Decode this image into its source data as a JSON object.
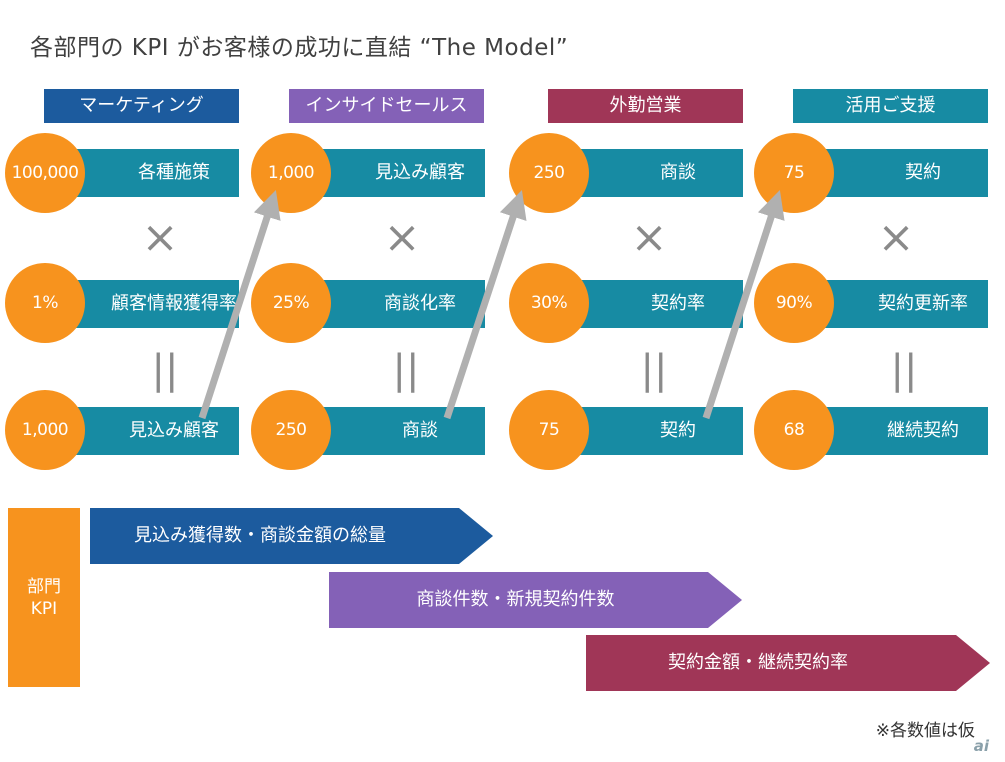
{
  "title": "各部門の KPI がお客様の成功に直結 “The Model”",
  "colors": {
    "marketing": "#1c5b9e",
    "inside_sales": "#8461b7",
    "field_sales": "#a03657",
    "customer_success": "#178ba3",
    "circle": "#f7931e",
    "bar": "#178ba3",
    "arrow": "#b0b0b0"
  },
  "departments": [
    {
      "name": "マーケティング",
      "rows": [
        {
          "value": "100,000",
          "label": "各種施策"
        },
        {
          "value": "1%",
          "label": "顧客情報獲得率"
        },
        {
          "value": "1,000",
          "label": "見込み顧客"
        }
      ]
    },
    {
      "name": "インサイドセールス",
      "rows": [
        {
          "value": "1,000",
          "label": "見込み顧客"
        },
        {
          "value": "25%",
          "label": "商談化率"
        },
        {
          "value": "250",
          "label": "商談"
        }
      ]
    },
    {
      "name": "外勤営業",
      "rows": [
        {
          "value": "250",
          "label": "商談"
        },
        {
          "value": "30%",
          "label": "契約率"
        },
        {
          "value": "75",
          "label": "契約"
        }
      ]
    },
    {
      "name": "活用ご支援",
      "rows": [
        {
          "value": "75",
          "label": "契約"
        },
        {
          "value": "90%",
          "label": "契約更新率"
        },
        {
          "value": "68",
          "label": "継続契約"
        }
      ]
    }
  ],
  "operators": {
    "multiply": "×",
    "equals": "||"
  },
  "kpi": {
    "label_line1": "部門",
    "label_line2": "KPI",
    "items": [
      "見込み獲得数・商談金額の総量",
      "商談件数・新規契約件数",
      "契約金額・継続契約率"
    ]
  },
  "note": "※各数値は仮",
  "logo": "ai"
}
